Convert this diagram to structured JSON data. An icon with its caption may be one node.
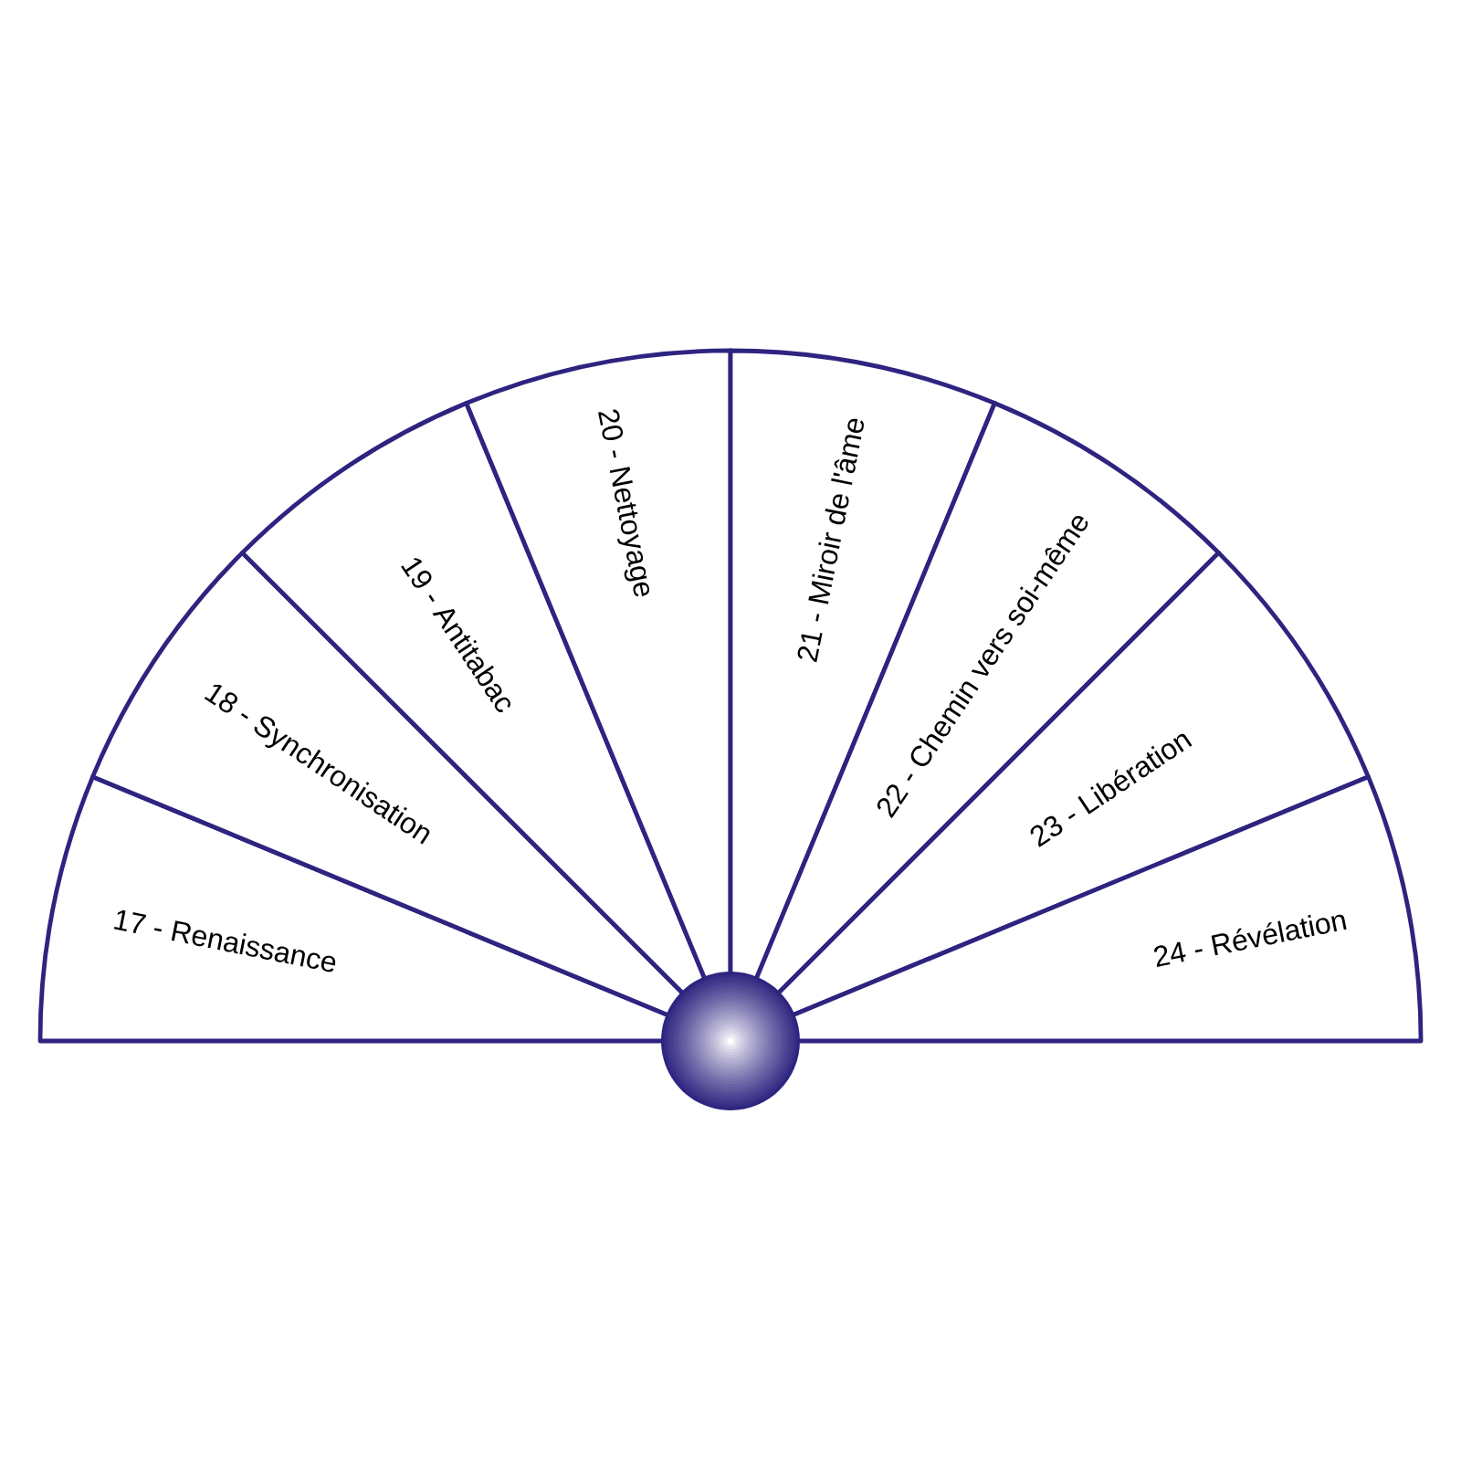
{
  "diagram": {
    "nodes": [
      {
        "text": [
          "17 - Renaissance"
        ]
      },
      {
        "text": [
          "18 - Synchronisation"
        ]
      },
      {
        "text": [
          "19 - Antitabac"
        ]
      },
      {
        "text": [
          "20 - Nettoyage"
        ]
      },
      {
        "text": [
          "21 - Miroir de l'âme"
        ]
      },
      {
        "text": [
          "22 - Chemin vers soi-même"
        ]
      },
      {
        "text": [
          "23 - Libération"
        ]
      },
      {
        "text": [
          "24 - Révélation"
        ]
      }
    ]
  }
}
